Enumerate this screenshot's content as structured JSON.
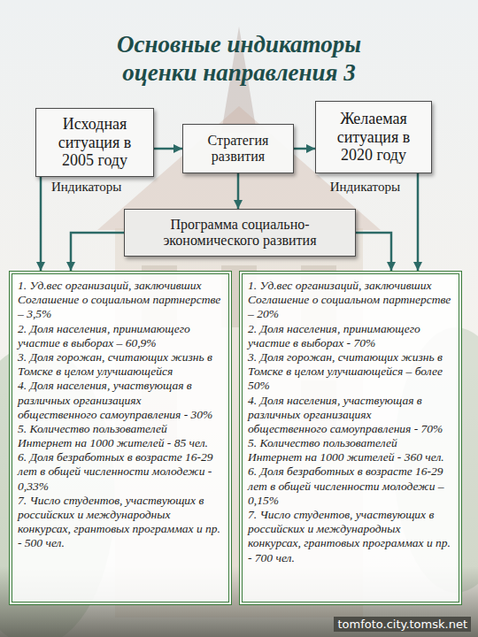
{
  "diagram": {
    "title": "Основные индикаторы оценки направления 3",
    "nodes": [
      {
        "text": [
          "Исходная ситуация в 2005 году"
        ]
      },
      {
        "text": [
          "Стратегия развития"
        ]
      },
      {
        "text": [
          "Желаемая ситуация в 2020 году"
        ]
      },
      {
        "text": [
          "Программа социально-экономического развития"
        ]
      },
      {
        "text": [
          "1. Уд.вес организаций, заключивших Соглашение о социальном партнерстве – 3,5%",
          "2. Доля населения, принимающего участие в выборах – 60,9%",
          "3. Доля горожан, считающих жизнь в Томске в целом улучшающейся",
          "4. Доля населения, участвующая в различных организациях общественного самоуправления - 30%",
          "5. Количество пользователей Интернет на 1000 жителей - 85 чел.",
          "6. Доля безработных в возрасте 16-29 лет в общей численности молодежи - 0,33%",
          "7. Число студентов, участвующих в российских и международных конкурсах, грантовых программах и пр. - 500 чел."
        ]
      },
      {
        "text": [
          "1. Уд.вес организаций, заключивших Соглашение о социальном партнерстве – 20%",
          "2. Доля населения, принимающего участие в выборах - 70%",
          "3. Доля горожан, считающих жизнь в Томске в целом улучшающейся – более 50%",
          "4. Доля населения, участвующая в различных организациях общественного самоуправления - 70%",
          "5. Количество пользователей Интернет на 1000 жителей - 360 чел.",
          "6. Доля безработных в возрасте 16-29 лет в общей численности молодежи – 0,15%",
          "7. Число студентов, участвующих в российских и международных конкурсах, грантовых программах и пр. - 700 чел."
        ]
      }
    ],
    "edges": [
      {
        "from": 0,
        "to": 1,
        "arrow": "to"
      },
      {
        "from": 1,
        "to": 2,
        "arrow": "to"
      },
      {
        "from": 1,
        "to": 3,
        "arrow": "to"
      },
      {
        "from": 0,
        "to": 4,
        "arrow": "to"
      },
      {
        "from": 2,
        "to": 5,
        "arrow": "to"
      },
      {
        "from": 3,
        "to": 4,
        "arrow": "to"
      },
      {
        "from": 3,
        "to": 5,
        "arrow": "to"
      }
    ],
    "labels": [
      "Индикаторы",
      "Индикаторы",
      "tomfoto.city.tomsk.net"
    ]
  }
}
